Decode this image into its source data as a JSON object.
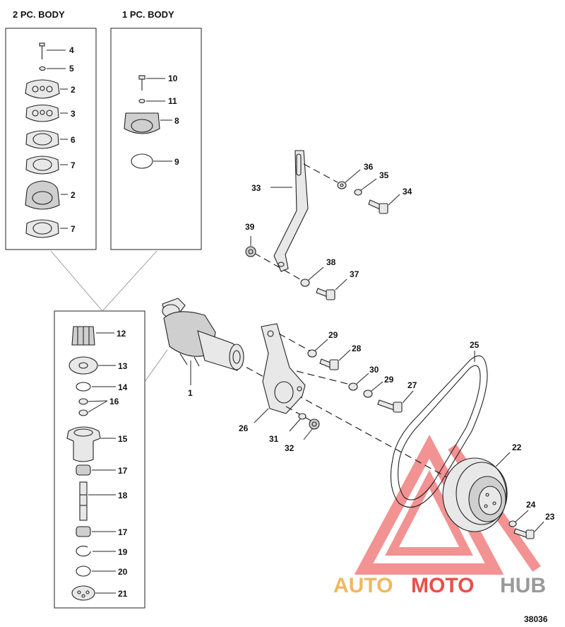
{
  "panels": {
    "two_pc_title": "2 PC. BODY",
    "one_pc_title": "1 PC. BODY"
  },
  "callouts": {
    "p4": "4",
    "p5": "5",
    "p2a": "2",
    "p3": "3",
    "p6": "6",
    "p7a": "7",
    "p2b": "2",
    "p7b": "7",
    "p10": "10",
    "p11": "11",
    "p8": "8",
    "p9": "9",
    "p12": "12",
    "p13": "13",
    "p14": "14",
    "p16": "16",
    "p15": "15",
    "p17a": "17",
    "p18": "18",
    "p17b": "17",
    "p19": "19",
    "p20": "20",
    "p21": "21",
    "p1": "1",
    "p33": "33",
    "p36": "36",
    "p35": "35",
    "p34": "34",
    "p39": "39",
    "p38": "38",
    "p37": "37",
    "p29a": "29",
    "p28": "28",
    "p30": "30",
    "p29b": "29",
    "p27": "27",
    "p26": "26",
    "p31": "31",
    "p32": "32",
    "p25": "25",
    "p22": "22",
    "p24": "24",
    "p23": "23"
  },
  "figure_number": "38036",
  "watermark": {
    "part1": "AUTO",
    "part2": "MOTO",
    "part3": "HUB",
    "colors": {
      "auto": "#f0b860",
      "moto": "#e8504a",
      "hub": "#9a9a9a",
      "triangle": "#e83a3a"
    }
  }
}
